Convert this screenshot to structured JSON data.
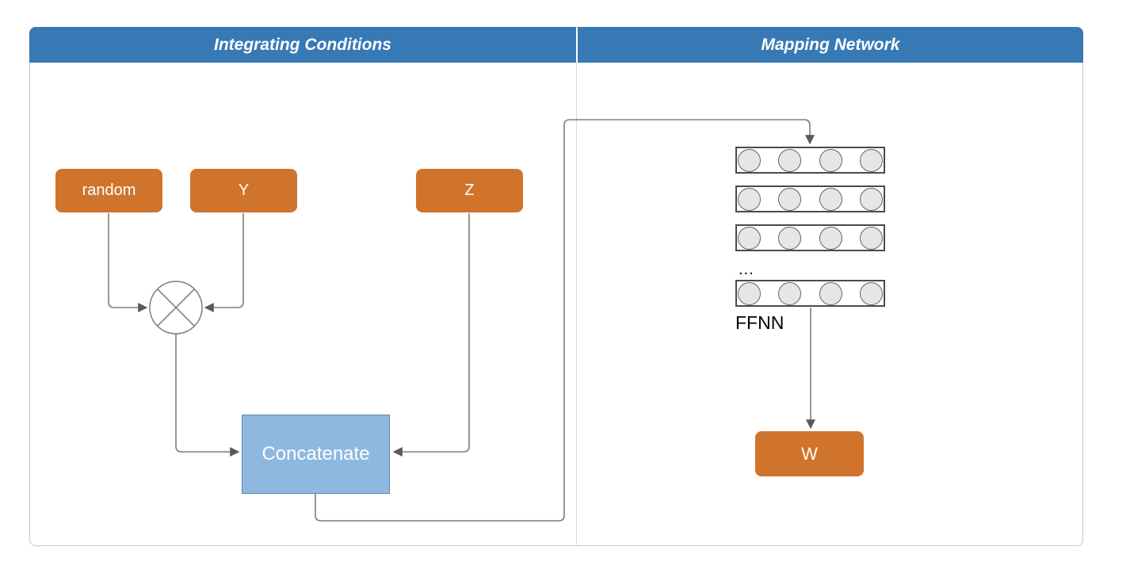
{
  "header": {
    "left_title": "Integrating Conditions",
    "right_title": "Mapping Network"
  },
  "nodes": {
    "random_label": "random",
    "y_label": "Y",
    "z_label": "Z",
    "concatenate_label": "Concatenate",
    "w_label": "W",
    "multiply_operator": "multiply"
  },
  "network": {
    "row_structure": [
      "row",
      "row",
      "row",
      "ellipsis",
      "row"
    ],
    "circles_per_row": 4,
    "ellipsis": "...",
    "ffnn_label": "FFNN"
  },
  "colors": {
    "header_blue": "#3779b5",
    "node_orange": "#d0742c",
    "concatenate_fill": "#8fb8e0",
    "concatenate_border": "#5d87b4",
    "edge_gray": "#7d7d7d",
    "neuron_fill": "#e6e6e6",
    "neuron_border": "#666666",
    "frame_border": "#c9c9c9"
  }
}
